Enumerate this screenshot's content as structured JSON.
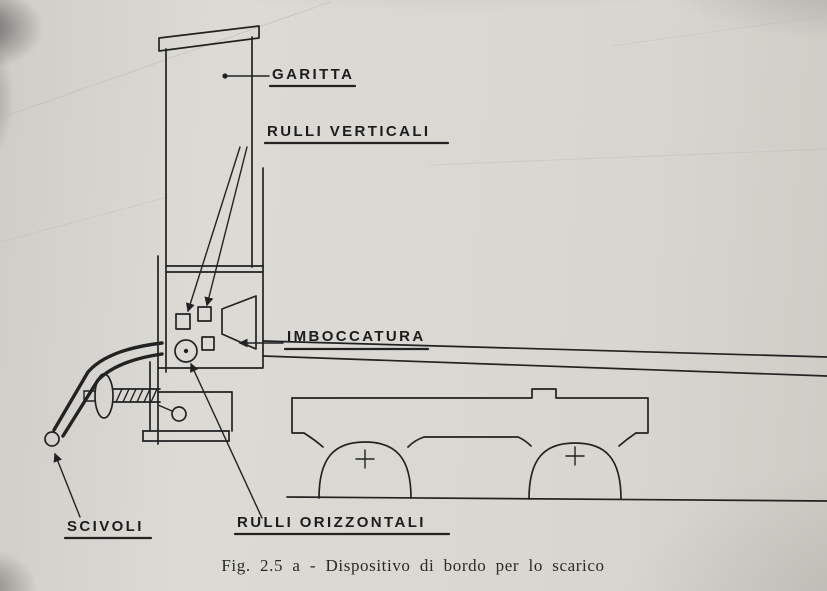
{
  "figure": {
    "caption": "Fig. 2.5 a - Dispositivo di bordo per lo scarico",
    "labels": {
      "garitta": "GARITTA",
      "rulli_verticali": "RULLI VERTICALI",
      "imboccatura": "IMBOCCATURA",
      "scivoli": "SCIVOLI",
      "rulli_orizzontali": "RULLI ORIZZONTALI"
    },
    "colors": {
      "paper": "#d9d7d1",
      "ink": "#222222"
    }
  }
}
